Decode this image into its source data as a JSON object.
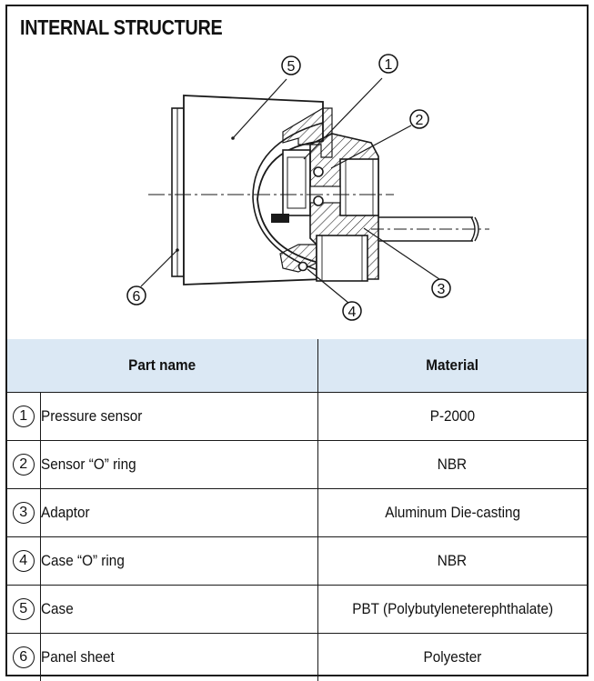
{
  "panel": {
    "title": "INTERNAL STRUCTURE"
  },
  "callouts": [
    "1",
    "2",
    "3",
    "4",
    "5",
    "6"
  ],
  "table": {
    "headers": [
      "Part name",
      "Material"
    ],
    "rows": [
      {
        "num": "1",
        "name": "Pressure sensor",
        "material": "P-2000"
      },
      {
        "num": "2",
        "name": "Sensor “O” ring",
        "material": "NBR"
      },
      {
        "num": "3",
        "name": "Adaptor",
        "material": "Aluminum Die-casting"
      },
      {
        "num": "4",
        "name": "Case “O” ring",
        "material": "NBR"
      },
      {
        "num": "5",
        "name": "Case",
        "material": "PBT (Polybutyleneterephthalate)"
      },
      {
        "num": "6",
        "name": "Panel sheet",
        "material": "Polyester"
      }
    ]
  },
  "colors": {
    "header_bg": "#dbe8f4",
    "line": "#1a1a1a"
  }
}
